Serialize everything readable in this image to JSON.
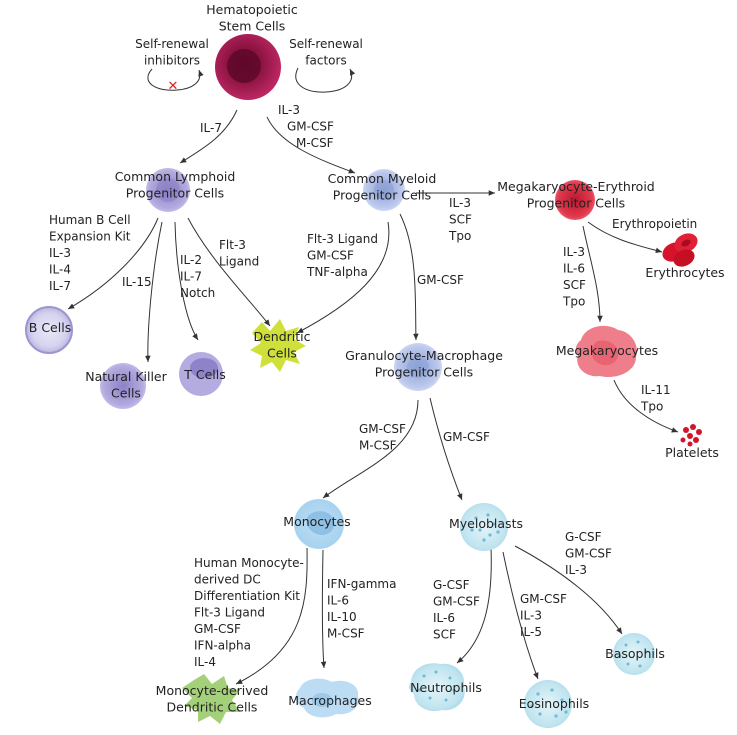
{
  "nodes": {
    "hsc": [
      "Hematopoietic",
      "Stem Cells"
    ],
    "clp": [
      "Common Lymphoid",
      "Progenitor Cells"
    ],
    "cmp": [
      "Common Myeloid",
      "Progenitor Cells"
    ],
    "mep": [
      "Megakaryocyte-Erythroid",
      "Progenitor Cells"
    ],
    "b_cells": [
      "B Cells"
    ],
    "nk_cells": [
      "Natural Killer",
      "Cells"
    ],
    "t_cells": [
      "T Cells"
    ],
    "dendritic": [
      "Dendritic",
      "Cells"
    ],
    "gmp": [
      "Granulocyte-Macrophage",
      "Progenitor Cells"
    ],
    "erythrocytes": [
      "Erythrocytes"
    ],
    "megakaryocytes": [
      "Megakaryocytes"
    ],
    "platelets": [
      "Platelets"
    ],
    "monocytes": [
      "Monocytes"
    ],
    "myeloblasts": [
      "Myeloblasts"
    ],
    "mo_dc": [
      "Monocyte-derived",
      "Dendritic Cells"
    ],
    "macrophages": [
      "Macrophages"
    ],
    "neutrophils": [
      "Neutrophils"
    ],
    "eosinophils": [
      "Eosinophils"
    ],
    "basophils": [
      "Basophils"
    ]
  },
  "factors": {
    "self_renewal_inhibitors": [
      "Self-renewal",
      "inhibitors"
    ],
    "self_renewal_factors": [
      "Self-renewal",
      "factors"
    ],
    "hsc_to_clp": [
      "IL-7"
    ],
    "hsc_to_cmp": [
      "IL-3",
      "GM-CSF",
      "M-CSF"
    ],
    "clp_to_b": [
      "Human B Cell",
      "Expansion Kit",
      "IL-3",
      "IL-4",
      "IL-7"
    ],
    "clp_to_nk": [
      "IL-15"
    ],
    "clp_to_t": [
      "IL-2",
      "IL-7",
      "Notch"
    ],
    "clp_to_dc": [
      "Flt-3",
      "Ligand"
    ],
    "cmp_to_dc": [
      "Flt-3 Ligand",
      "GM-CSF",
      "TNF-alpha"
    ],
    "cmp_to_gmp": [
      "GM-CSF"
    ],
    "cmp_to_mep": [
      "IL-3",
      "SCF",
      "Tpo"
    ],
    "mep_to_ery": [
      "Erythropoietin"
    ],
    "mep_to_mk": [
      "IL-3",
      "IL-6",
      "SCF",
      "Tpo"
    ],
    "mk_to_platelets": [
      "IL-11",
      "Tpo"
    ],
    "gmp_to_mono": [
      "GM-CSF",
      "M-CSF"
    ],
    "gmp_to_myelo": [
      "GM-CSF"
    ],
    "mono_to_modc": [
      "Human Monocyte-",
      "derived DC",
      "Differentiation Kit",
      "Flt-3 Ligand",
      "GM-CSF",
      "IFN-alpha",
      "IL-4"
    ],
    "mono_to_macro": [
      "IFN-gamma",
      "IL-6",
      "IL-10",
      "M-CSF"
    ],
    "myelo_to_neutro": [
      "G-CSF",
      "GM-CSF",
      "IL-6",
      "SCF"
    ],
    "myelo_to_eos": [
      "GM-CSF",
      "IL-3",
      "IL-5"
    ],
    "myelo_to_baso": [
      "G-CSF",
      "GM-CSF",
      "IL-3"
    ]
  },
  "colors": {
    "hsc": "#a3184f",
    "lymphoid": "#a59bd6",
    "myeloid_progenitor": "#b9c3e6",
    "mep": "#e0364a",
    "erythrocyte": "#d3142a",
    "megakaryocyte": "#ee7e8a",
    "dendritic": "#cfe03a",
    "monocyte": "#a9d0ef",
    "granulocyte": "#bde3ee",
    "mo_dc": "#a5d07a",
    "inhibitor_mark": "#e02020"
  }
}
